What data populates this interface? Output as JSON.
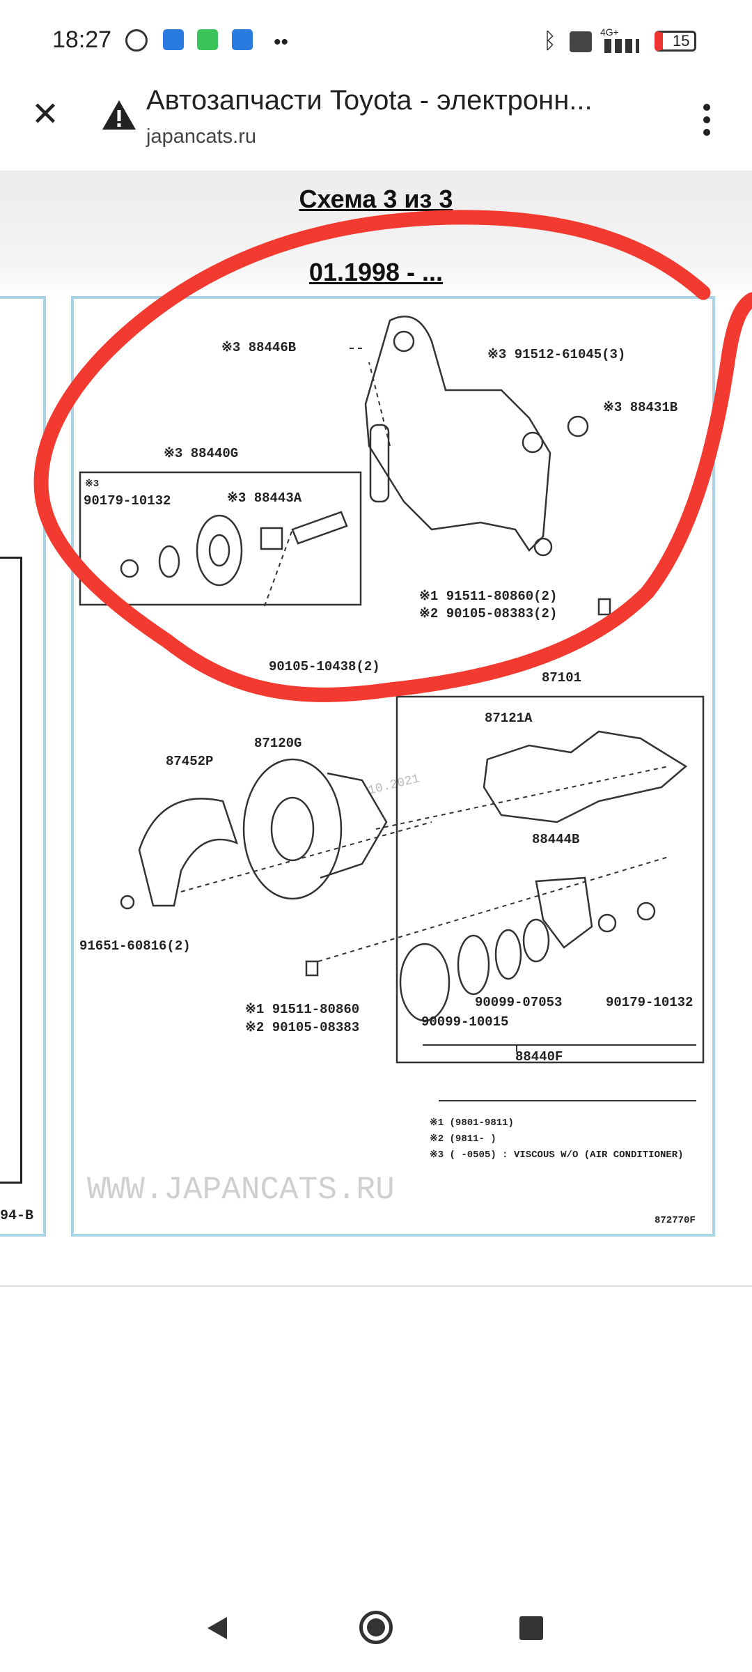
{
  "status_bar": {
    "time": "18:27",
    "battery": "15",
    "network": "4G+",
    "icons": [
      "alarm-icon",
      "mail-icon",
      "whatsapp-icon",
      "vpn-icon",
      "more-dots-icon",
      "bluetooth-icon",
      "volte-icon",
      "signal-icon",
      "battery-icon"
    ]
  },
  "toolbar": {
    "title": "Автозапчасти Toyota - электронн...",
    "url": "japancats.ru"
  },
  "page": {
    "heading": "Схема 3 из 3",
    "date_range": "01.1998 - ..."
  },
  "diagram": {
    "watermark": "WWW.JAPANCATS.RU",
    "stamp": "10.2021",
    "left_panel_label": "94-B",
    "figure_id": "872770F",
    "labels": {
      "p88446b": "※3 88446B",
      "p91512": "※3 91512-61045(3)",
      "p88431b": "※3 88431B",
      "p88440g": "※3 88440G",
      "p90179a_note": "※3",
      "p90179a": "90179-10132",
      "p88443a": "※3 88443A",
      "p91511a": "※1 91511-80860(2)",
      "p90105a": "※2 90105-08383(2)",
      "p90105b": "90105-10438(2)",
      "p87101": "87101",
      "p87121a": "87121A",
      "p87452p": "87452P",
      "p87120g": "87120G",
      "p88444b": "88444B",
      "p91651": "91651-60816(2)",
      "p90099a": "90099-07053",
      "p90179b": "90179-10132",
      "p90099b": "90099-10015",
      "p91511b": "※1 91511-80860",
      "p90105c": "※2 90105-08383",
      "p88440f": "88440F"
    },
    "notes": [
      "※1 (9801-9811)",
      "※2 (9811-      )",
      "※3 (      -0505) : VISCOUS W/O (AIR CONDITIONER)"
    ]
  },
  "colors": {
    "annotation": "#f23a30",
    "frame": "#a9d3e6"
  }
}
